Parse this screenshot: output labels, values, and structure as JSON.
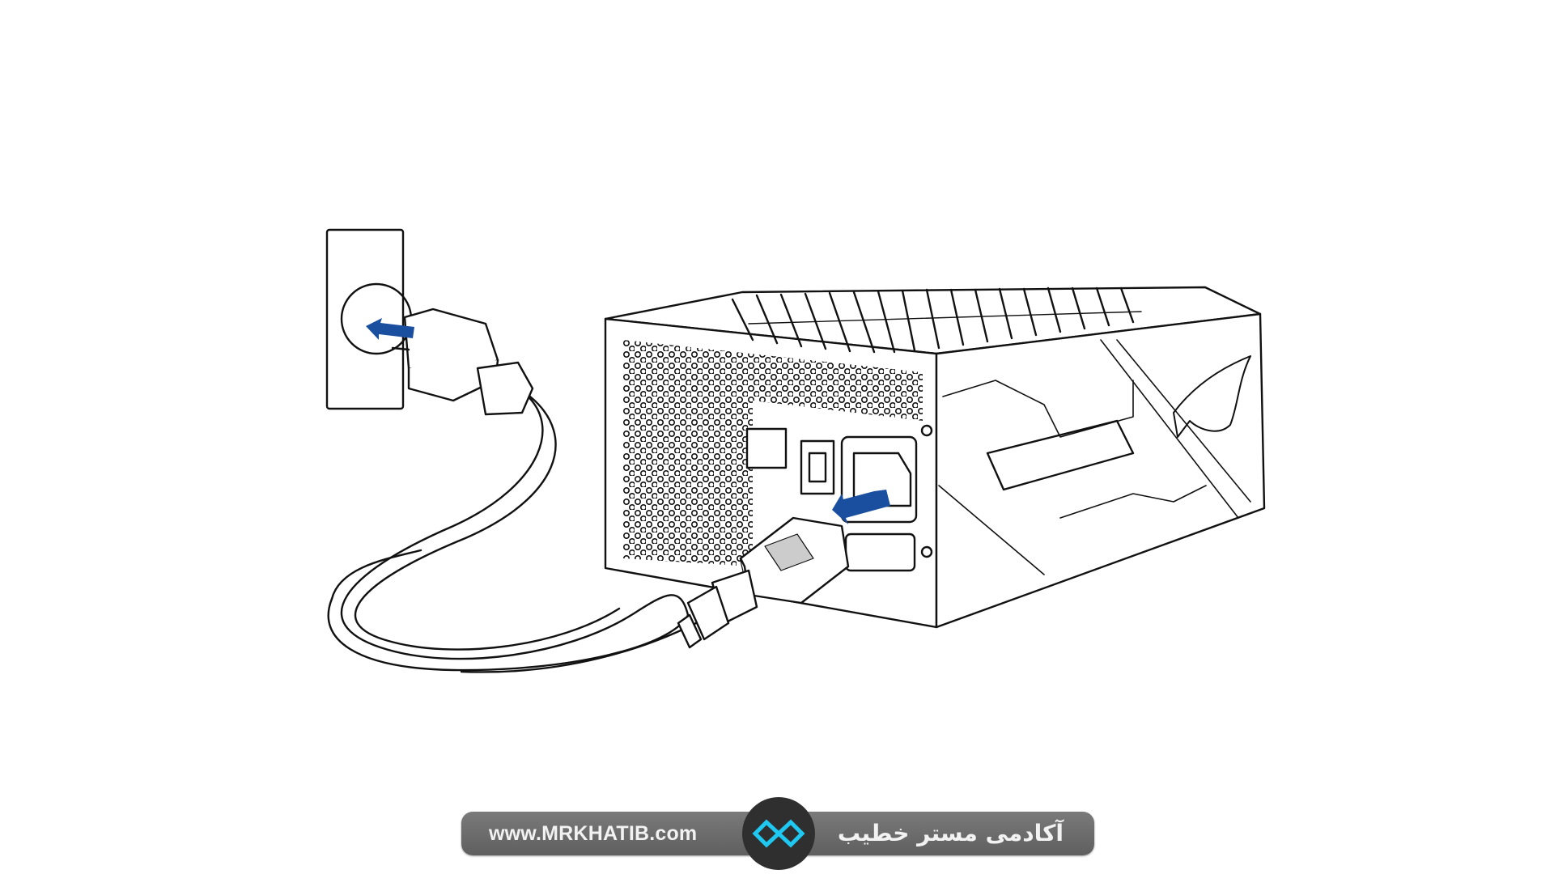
{
  "illustration": {
    "subject": "power-supply-connection",
    "arrow_color": "#1a4fa0",
    "line_color": "#111111"
  },
  "banner": {
    "website": "www.MRKHATIB.com",
    "brand_name": "آکادمی مستر خطیب",
    "logo_icon": "infinity-logo-icon",
    "logo_color": "#1ec8f0",
    "bar_color": "#6e6e6e",
    "circle_color": "#2f2f2f"
  }
}
